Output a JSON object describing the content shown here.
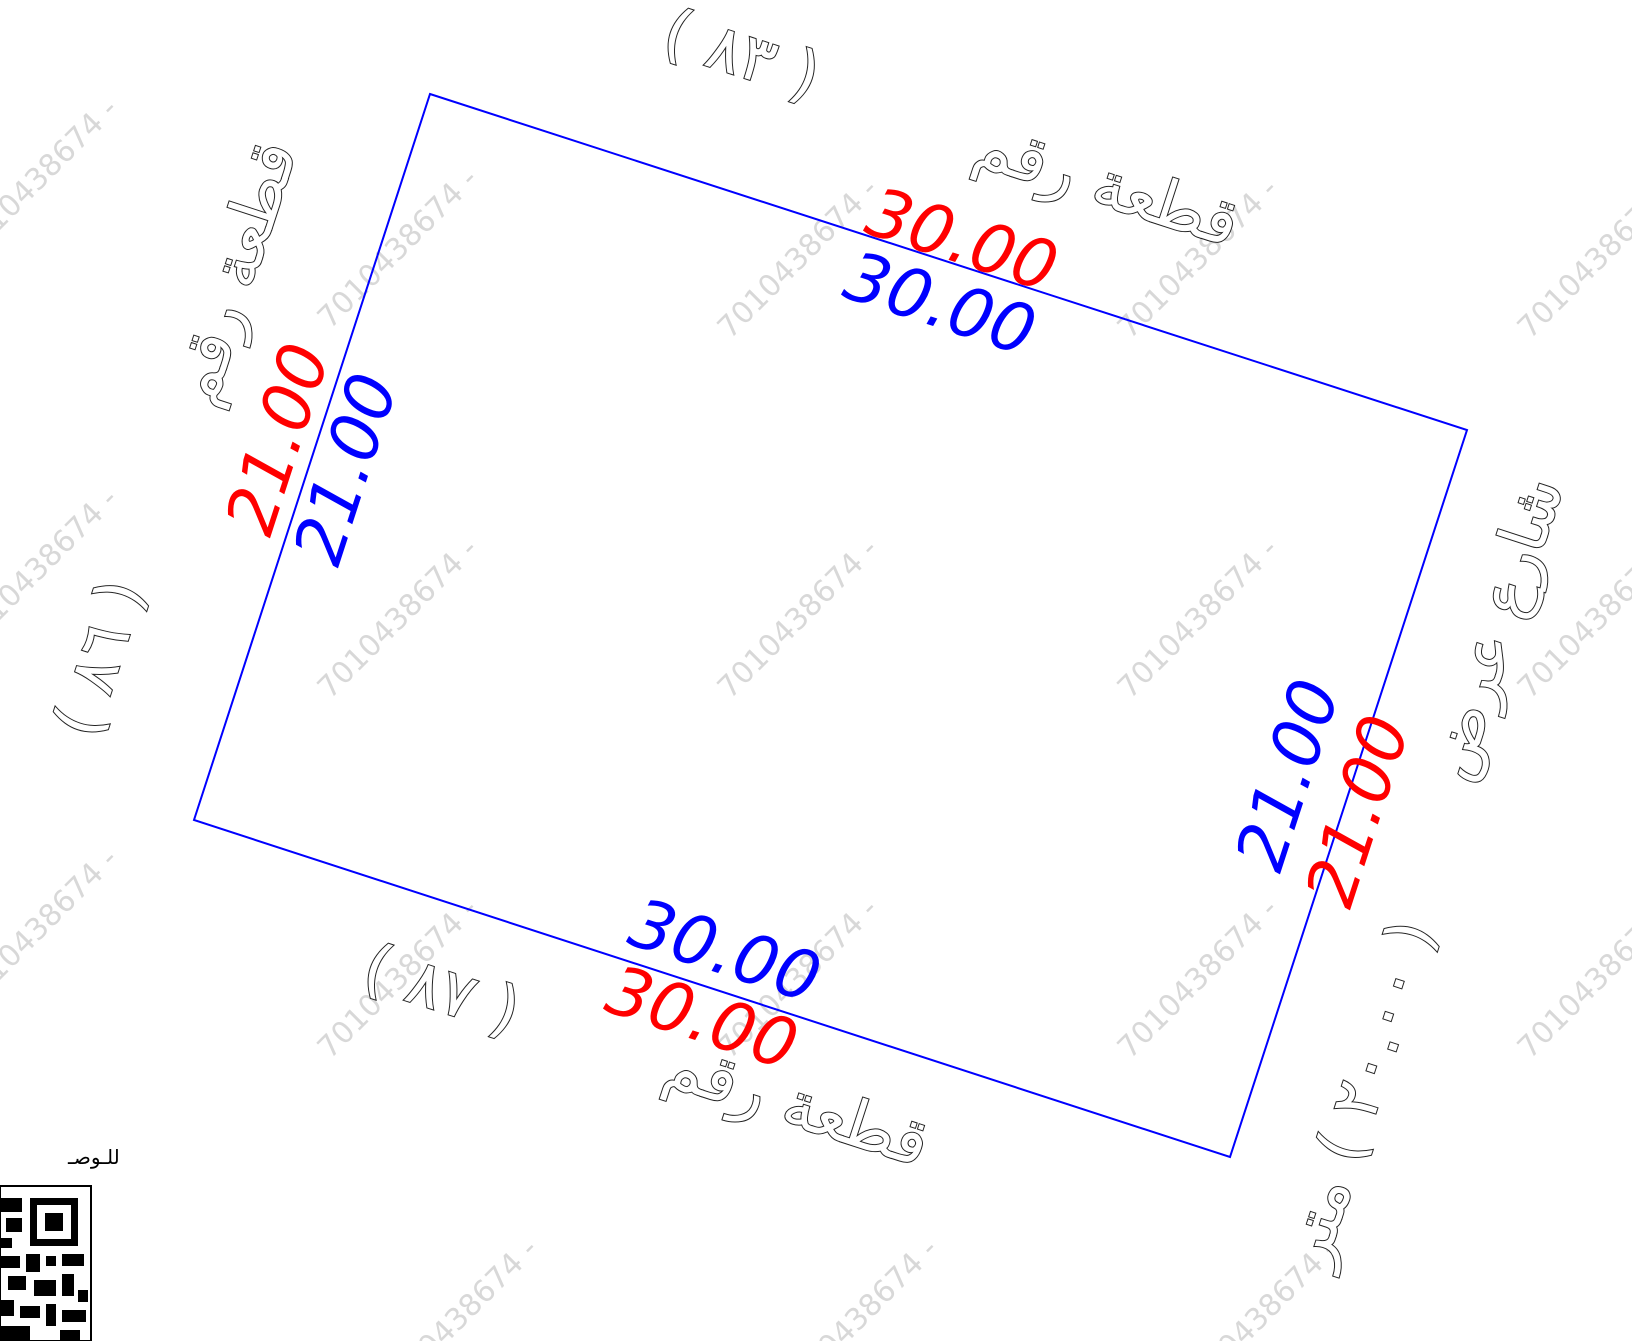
{
  "watermark_text": "7010438674 -",
  "plot": {
    "outline_color": "#0000ff",
    "dimension_colors": {
      "primary": "#ff0000",
      "secondary": "#0000ff"
    },
    "sides": {
      "top": {
        "primary": "30.00",
        "secondary": "30.00"
      },
      "bottom": {
        "primary": "30.00",
        "secondary": "30.00"
      },
      "left": {
        "primary": "21.00",
        "secondary": "21.00"
      },
      "right": {
        "primary": "21.00",
        "secondary": "21.00"
      }
    }
  },
  "neighbors": {
    "top": {
      "label": "قطعة رقم",
      "number": "( ٨٣ )"
    },
    "bottom": {
      "label": "قطعة رقم",
      "number": "( ٨٧ )"
    },
    "left": {
      "label": "قطعة رقم",
      "number": "( ٨٦ )"
    },
    "right": {
      "label": "شارع عرض",
      "number": "( ٢٠.٠٠ ) متر"
    }
  },
  "qr": {
    "caption": "للـوصـ"
  }
}
